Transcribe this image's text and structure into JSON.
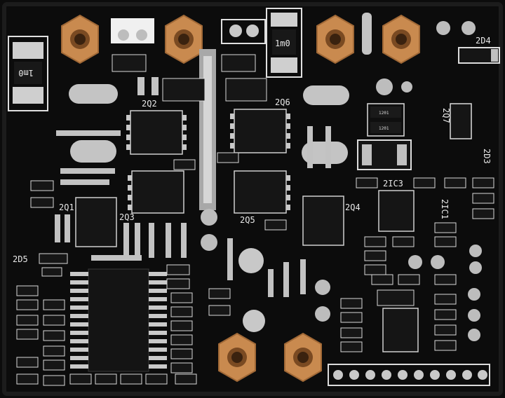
{
  "image": {
    "subject": "pcb-circuit-board",
    "colors": {
      "board": "#0c0c0c",
      "board_edge": "#1a1a1a",
      "silkscreen": "#e8e8e8",
      "pad_silver": "#c9c9c9",
      "pad_highlight": "#f2f2f2",
      "copper_standoff": "#c98a4f",
      "ic_body": "#151515",
      "resistor_body": "#161616"
    }
  },
  "labels": {
    "q2": "2Q2",
    "q6": "2Q6",
    "q7": "2Q7",
    "q1": "2Q1",
    "q3": "2Q3",
    "q5": "2Q5",
    "q4": "2Q4",
    "d4": "2D4",
    "d3": "2D3",
    "d5": "2D5",
    "ic3": "2IC3",
    "ic1": "2IC1",
    "r_left": "1m0",
    "r_top": "1m0",
    "r_t1": "1201",
    "r_t2": "1201"
  }
}
